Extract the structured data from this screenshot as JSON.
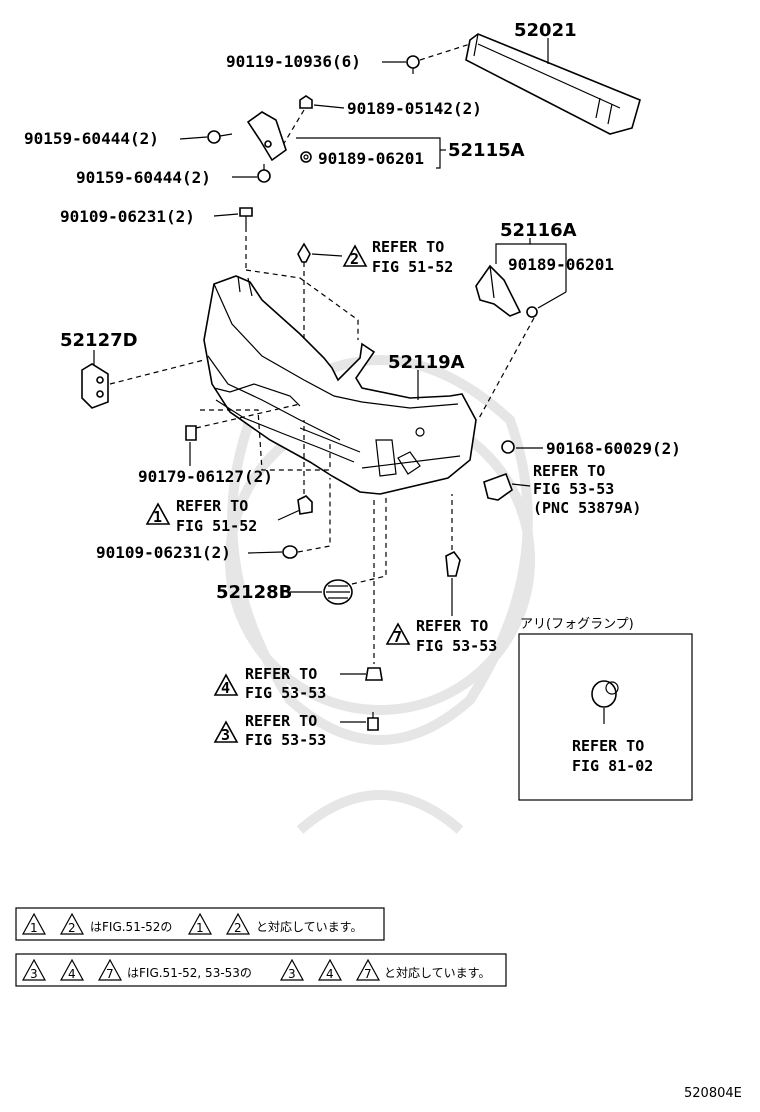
{
  "labels": {
    "p52021": "52021",
    "p90119": "90119-10936(6)",
    "p90189_05142": "90189-05142(2)",
    "p90159_a": "90159-60444(2)",
    "p52115A": "52115A",
    "p90189_06201_a": "90189-06201",
    "p90159_b": "90159-60444(2)",
    "p90109_a": "90109-06231(2)",
    "p52116A": "52116A",
    "p90189_06201_b": "90189-06201",
    "p52127D": "52127D",
    "p52119A": "52119A",
    "p90168": "90168-60029(2)",
    "p90179": "90179-06127(2)",
    "p90109_b": "90109-06231(2)",
    "p52128B": "52128B"
  },
  "refs": {
    "r2_top": {
      "num": "2",
      "line1": "REFER TO",
      "line2": "FIG 51-52"
    },
    "r1": {
      "num": "1",
      "line1": "REFER TO",
      "line2": "FIG 51-52"
    },
    "r_53879": {
      "line1": "REFER TO",
      "line2": "FIG 53-53",
      "line3": "(PNC 53879A)"
    },
    "r7": {
      "num": "7",
      "line1": "REFER TO",
      "line2": "FIG 53-53"
    },
    "r4": {
      "num": "4",
      "line1": "REFER TO",
      "line2": "FIG 53-53"
    },
    "r3": {
      "num": "3",
      "line1": "REFER TO",
      "line2": "FIG 53-53"
    }
  },
  "fog_box": {
    "title": "アリ(フォグランプ)",
    "line1": "REFER TO",
    "line2": "FIG 81-02"
  },
  "notes": {
    "n1_tri_a": "1",
    "n1_tri_b": "2",
    "n1_mid": "はFIG.51-52の",
    "n1_tri_c": "1",
    "n1_tri_d": "2",
    "n1_end": "と対応しています。",
    "n2_tri_a": "3",
    "n2_tri_b": "4",
    "n2_tri_c": "7",
    "n2_mid": "はFIG.51-52, 53-53の",
    "n2_tri_d": "3",
    "n2_tri_e": "4",
    "n2_tri_f": "7",
    "n2_end": "と対応しています。"
  },
  "diagram_id": "520804E"
}
